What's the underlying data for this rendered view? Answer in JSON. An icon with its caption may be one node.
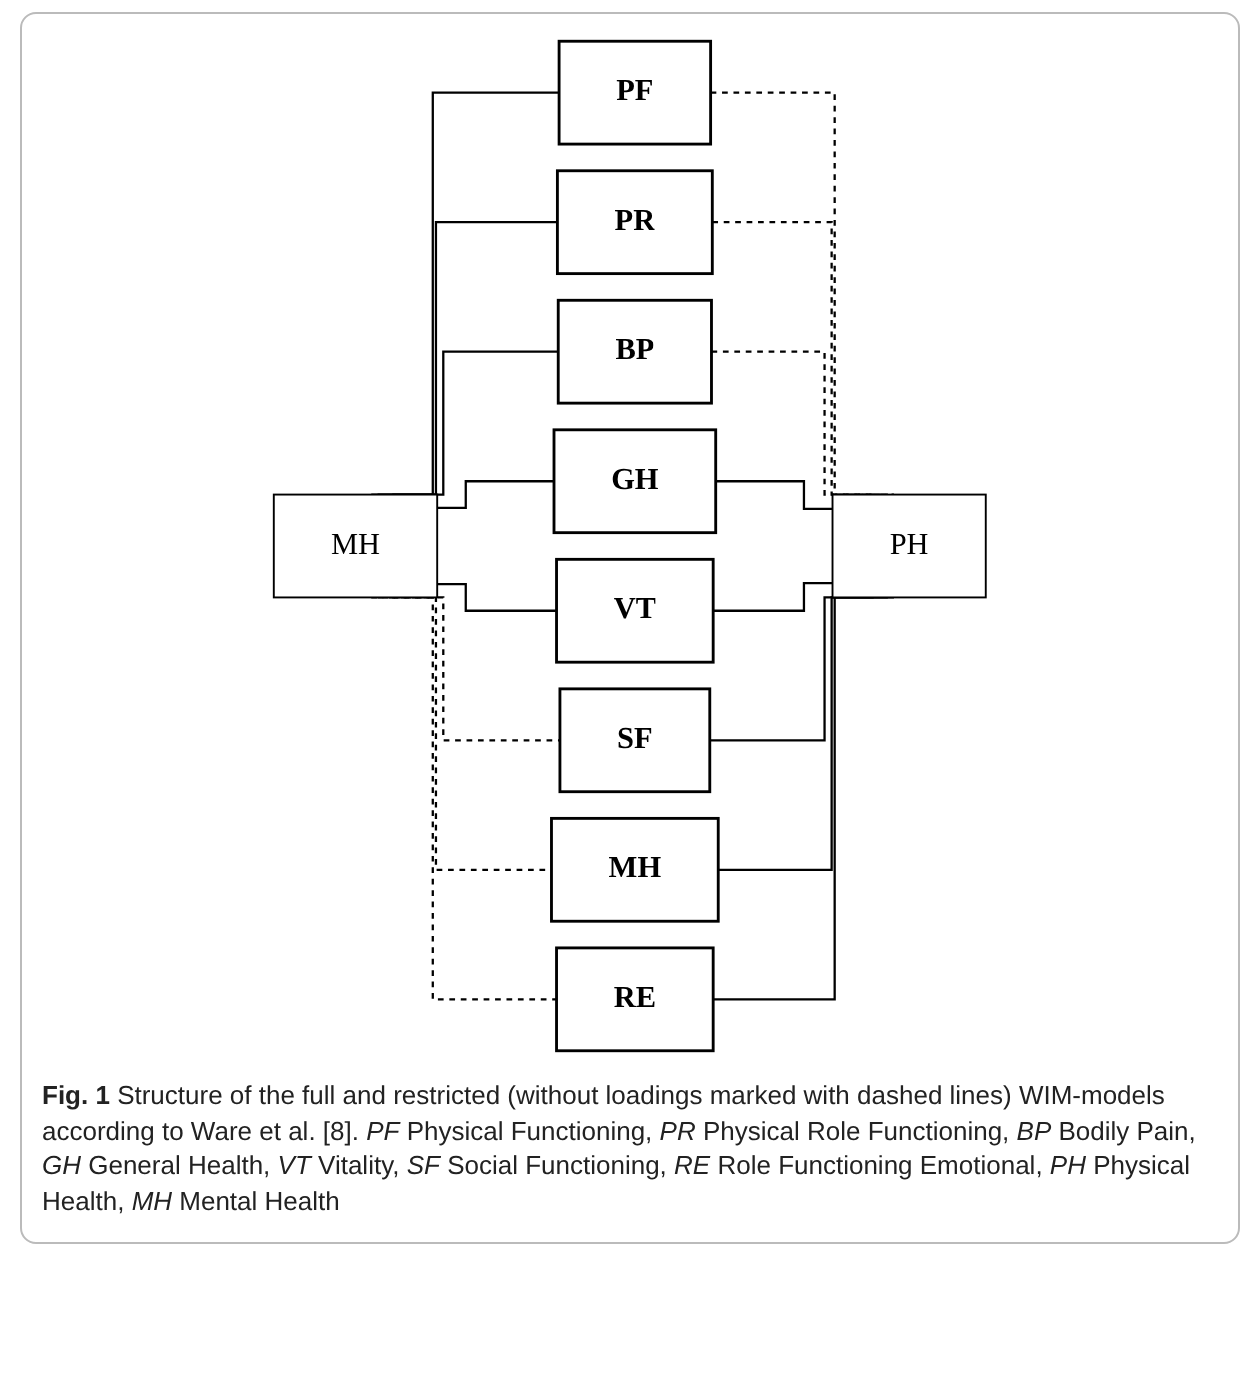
{
  "diagram": {
    "caption": "**Fig. 1** Structure of the full and restricted (without loadings marked with dashed lines) WIM-models according to Ware et al. [8]. *PF* Physical Functioning, *PR* Physical Role Functioning, *BP* Bodily Pain, *GH* General Health, *VT* Vitality, *SF* Social Functioning, *RE* Role Functioning Emotional, *PH* Physical Health, *MH* Mental Health",
    "nodes": [
      {
        "text": [
          "MH"
        ]
      },
      {
        "text": [
          "PF"
        ]
      },
      {
        "text": [
          "PR"
        ]
      },
      {
        "text": [
          "BP"
        ]
      },
      {
        "text": [
          "GH"
        ]
      },
      {
        "text": [
          "VT"
        ]
      },
      {
        "text": [
          "SF"
        ]
      },
      {
        "text": [
          "MH"
        ]
      },
      {
        "text": [
          "RE"
        ]
      },
      {
        "text": [
          "PH"
        ]
      }
    ],
    "edges": [
      {
        "from": 0,
        "to": 1,
        "arrow": "none"
      },
      {
        "from": 0,
        "to": 2,
        "arrow": "none"
      },
      {
        "from": 0,
        "to": 3,
        "arrow": "none"
      },
      {
        "from": 0,
        "to": 4,
        "arrow": "none"
      },
      {
        "from": 0,
        "to": 5,
        "arrow": "none"
      },
      {
        "from": 0,
        "to": 6,
        "arrow": "none",
        "style": "dashed"
      },
      {
        "from": 0,
        "to": 7,
        "arrow": "none",
        "style": "dashed"
      },
      {
        "from": 0,
        "to": 8,
        "arrow": "none",
        "style": "dashed"
      },
      {
        "from": 1,
        "to": 9,
        "arrow": "none",
        "style": "dashed"
      },
      {
        "from": 2,
        "to": 9,
        "arrow": "none",
        "style": "dashed"
      },
      {
        "from": 3,
        "to": 9,
        "arrow": "none",
        "style": "dashed"
      },
      {
        "from": 4,
        "to": 9,
        "arrow": "none"
      },
      {
        "from": 5,
        "to": 9,
        "arrow": "none"
      },
      {
        "from": 6,
        "to": 9,
        "arrow": "none"
      },
      {
        "from": 7,
        "to": 9,
        "arrow": "none"
      },
      {
        "from": 8,
        "to": 9,
        "arrow": "none"
      }
    ]
  }
}
